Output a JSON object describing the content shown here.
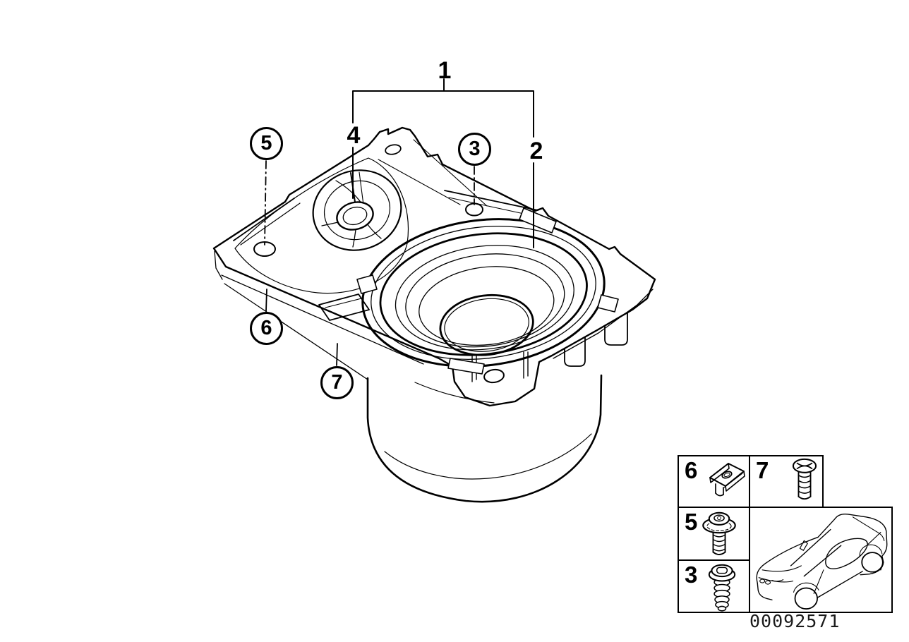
{
  "drawing": {
    "callouts": {
      "n1": "1",
      "n2": "2",
      "n3": "3",
      "n4": "4",
      "n5": "5",
      "n6": "6",
      "n7": "7"
    }
  },
  "legend": {
    "ref6": "6",
    "ref7": "7",
    "ref5": "5",
    "ref3": "3",
    "drawing_number": "00092571"
  },
  "icons": {
    "cell6": "clip-nut-icon",
    "cell7": "pan-head-screw-icon",
    "cell5": "flange-torx-screw-icon",
    "cell3": "torx-coil-screw-icon",
    "car": "car-outline-icon"
  },
  "colors": {
    "line": "#000000",
    "background": "#ffffff"
  }
}
